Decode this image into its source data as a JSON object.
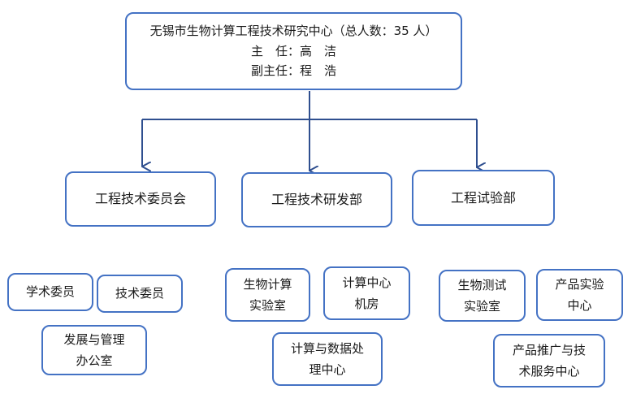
{
  "root": {
    "line1": "无锡市生物计算工程技术研究中心（总人数：35 人）",
    "line2": "主　任：高　洁",
    "line3": "副主任：程　浩"
  },
  "departments": [
    {
      "label": "工程技术委员会"
    },
    {
      "label": "工程技术研发部"
    },
    {
      "label": "工程试验部"
    }
  ],
  "units": {
    "committee": [
      {
        "lines": [
          "学术委员"
        ]
      },
      {
        "lines": [
          "技术委员"
        ]
      },
      {
        "lines": [
          "发展与管理",
          "办公室"
        ]
      }
    ],
    "rnd": [
      {
        "lines": [
          "生物计算",
          "实验室"
        ]
      },
      {
        "lines": [
          "计算中心",
          "机房"
        ]
      },
      {
        "lines": [
          "计算与数据处",
          "理中心"
        ]
      }
    ],
    "testing": [
      {
        "lines": [
          "生物测试",
          "实验室"
        ]
      },
      {
        "lines": [
          "产品实验",
          "中心"
        ]
      },
      {
        "lines": [
          "产品推广与技",
          "术服务中心"
        ]
      }
    ]
  },
  "colors": {
    "box_border": "#4472c4",
    "connector": "#2f4f8f"
  }
}
